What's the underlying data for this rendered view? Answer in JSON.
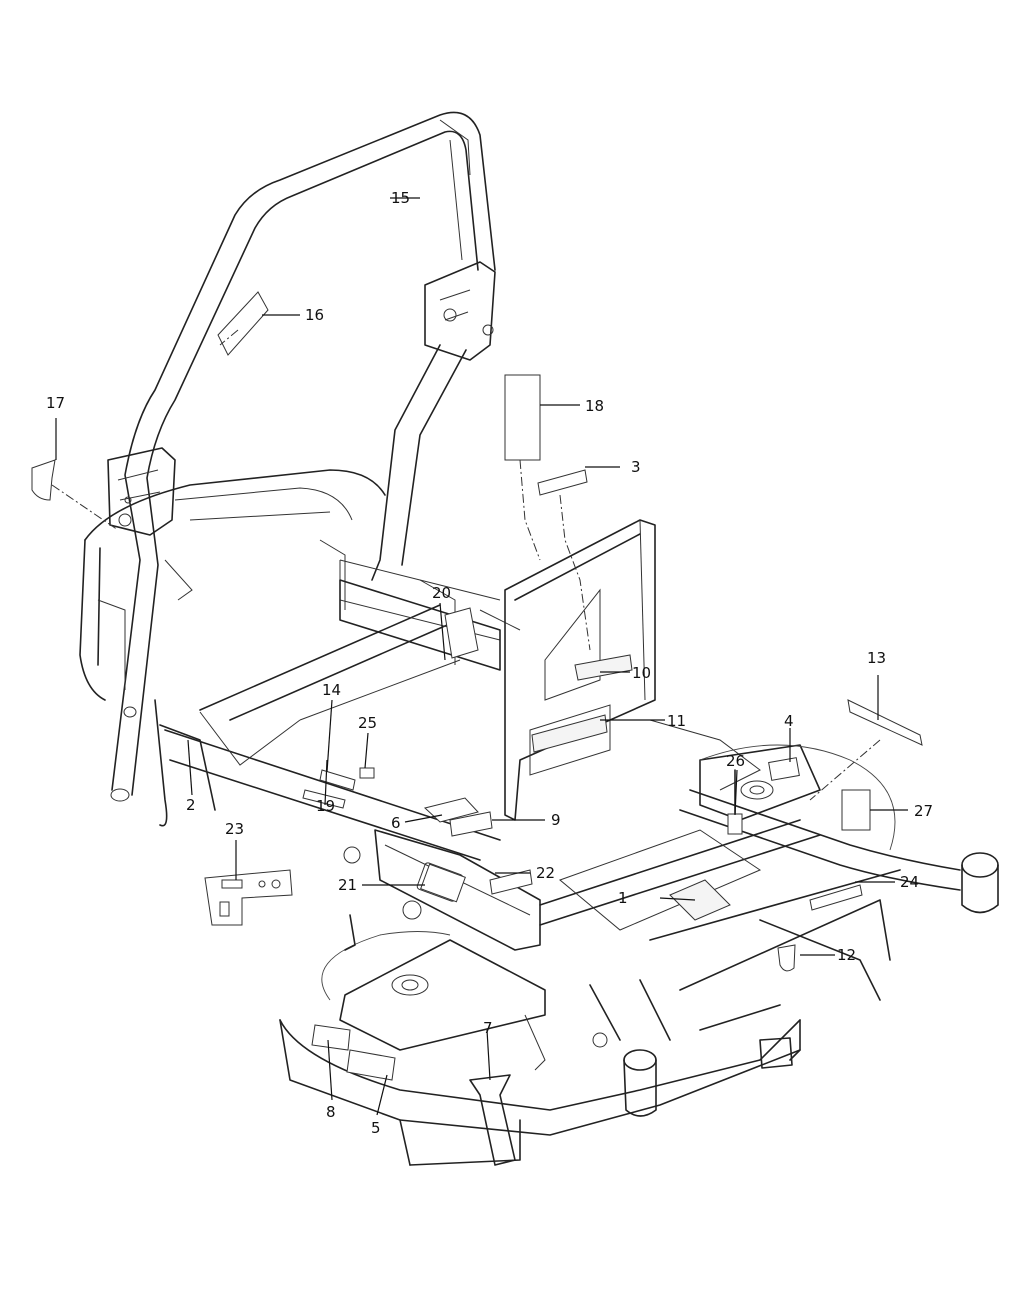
{
  "callouts": [
    {
      "id": "c1",
      "label": "1"
    },
    {
      "id": "c2",
      "label": "2"
    },
    {
      "id": "c3",
      "label": "3"
    },
    {
      "id": "c4",
      "label": "4"
    },
    {
      "id": "c5",
      "label": "5"
    },
    {
      "id": "c6",
      "label": "6"
    },
    {
      "id": "c7",
      "label": "7"
    },
    {
      "id": "c8",
      "label": "8"
    },
    {
      "id": "c9",
      "label": "9"
    },
    {
      "id": "c10",
      "label": "10"
    },
    {
      "id": "c11",
      "label": "11"
    },
    {
      "id": "c12",
      "label": "12"
    },
    {
      "id": "c13",
      "label": "13"
    },
    {
      "id": "c14",
      "label": "14"
    },
    {
      "id": "c15",
      "label": "15"
    },
    {
      "id": "c16",
      "label": "16"
    },
    {
      "id": "c17",
      "label": "17"
    },
    {
      "id": "c18",
      "label": "18"
    },
    {
      "id": "c19",
      "label": "19"
    },
    {
      "id": "c20",
      "label": "20"
    },
    {
      "id": "c21",
      "label": "21"
    },
    {
      "id": "c22",
      "label": "22"
    },
    {
      "id": "c23",
      "label": "23"
    },
    {
      "id": "c24",
      "label": "24"
    },
    {
      "id": "c25",
      "label": "25"
    },
    {
      "id": "c26",
      "label": "26"
    },
    {
      "id": "c27",
      "label": "27"
    }
  ],
  "colors": {
    "line": "#222222",
    "background": "#ffffff"
  }
}
